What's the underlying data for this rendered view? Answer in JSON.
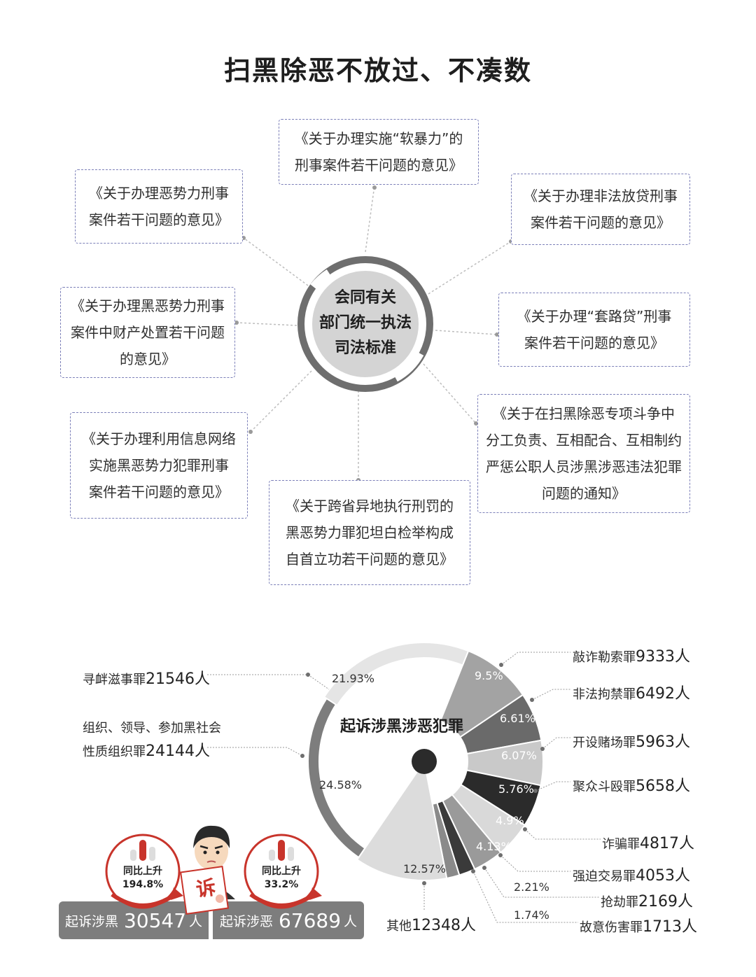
{
  "title": "扫黑除恶不放过、不凑数",
  "center": {
    "lines": [
      "会同有关",
      "部门统一执法",
      "司法标准"
    ]
  },
  "documents": [
    {
      "lines": [
        "《关于办理实施“软暴力”的",
        "刑事案件若干问题的意见》"
      ]
    },
    {
      "lines": [
        "《关于办理恶势力刑事",
        "案件若干问题的意见》"
      ]
    },
    {
      "lines": [
        "《关于办理非法放贷刑事",
        "案件若干问题的意见》"
      ]
    },
    {
      "lines": [
        "《关于办理黑恶势力刑事",
        "案件中财产处置若干问题",
        "的意见》"
      ]
    },
    {
      "lines": [
        "《关于办理“套路贷”刑事",
        "案件若干问题的意见》"
      ]
    },
    {
      "lines": [
        "《关于办理利用信息网络",
        "实施黑恶势力犯罪刑事",
        "案件若干问题的意见》"
      ]
    },
    {
      "lines": [
        "《关于跨省异地执行刑罚的",
        "黑恶势力罪犯坦白检举构成",
        "自首立功若干问题的意见》"
      ]
    },
    {
      "lines": [
        "《关于在扫黑除恶专项斗争中",
        "分工负责、互相配合、互相制约",
        "严惩公职人员涉黑涉恶违法犯罪",
        "问题的通知》"
      ]
    }
  ],
  "chart_data": {
    "type": "pie",
    "title": "起诉涉黑涉恶犯罪",
    "unit": "人",
    "slices": [
      {
        "name": "敲诈勒索罪",
        "value": 9333,
        "percent": "9.5%",
        "color": "#a3a3a3",
        "text": "#ffffff"
      },
      {
        "name": "非法拘禁罪",
        "value": 6492,
        "percent": "6.61%",
        "color": "#6a6a6a",
        "text": "#ffffff"
      },
      {
        "name": "开设赌场罪",
        "value": 5963,
        "percent": "6.07%",
        "color": "#c9c9c9",
        "text": "#ffffff"
      },
      {
        "name": "聚众斗殴罪",
        "value": 5658,
        "percent": "5.76%",
        "color": "#2b2b2b",
        "text": "#ffffff"
      },
      {
        "name": "诈骗罪",
        "value": 4817,
        "percent": "4.9%",
        "color": "#d9d9d9",
        "text": "#ffffff"
      },
      {
        "name": "强迫交易罪",
        "value": 4053,
        "percent": "4.13%",
        "color": "#9a9a9a",
        "text": "#ffffff"
      },
      {
        "name": "抢劫罪",
        "value": 2169,
        "percent": "2.21%",
        "color": "#3a3a3a",
        "text": "#333333"
      },
      {
        "name": "故意伤害罪",
        "value": 1713,
        "percent": "1.74%",
        "color": "#8a8a8a",
        "text": "#333333"
      },
      {
        "name": "其他",
        "value": 12348,
        "percent": "12.57%",
        "color": "#dcdcdc",
        "text": "#333333"
      },
      {
        "name": "组织、领导、参加黑社会性质组织罪",
        "value": 24144,
        "percent": "24.58%",
        "color": "#7d7d7d",
        "text": "#333333"
      },
      {
        "name": "寻衅滋事罪",
        "value": 21546,
        "percent": "21.93%",
        "color": "#e5e5e5",
        "text": "#333333"
      }
    ]
  },
  "legend_labels": {
    "xunxin": {
      "name": "寻衅滋事罪",
      "value": "21546人"
    },
    "zuzhi": {
      "name1": "组织、领导、参加黑社会",
      "name2": "性质组织罪",
      "value": "24144人"
    },
    "qiaozha": {
      "name": "敲诈勒索罪",
      "value": "9333人"
    },
    "feifa": {
      "name": "非法拘禁罪",
      "value": "6492人"
    },
    "kaishe": {
      "name": "开设赌场罪",
      "value": "5963人"
    },
    "juzhong": {
      "name": "聚众斗殴罪",
      "value": "5658人"
    },
    "zhapian": {
      "name": "诈骗罪",
      "value": "4817人"
    },
    "qiangpo": {
      "name": "强迫交易罪",
      "value": "4053人"
    },
    "qiangjie": {
      "name": "抢劫罪",
      "value": "2169人"
    },
    "guyi": {
      "name": "故意伤害罪",
      "value": "1713人"
    },
    "qita": {
      "name": "其他",
      "value": "12348人"
    }
  },
  "stats": {
    "black": {
      "label": "起诉涉黑",
      "number": "30547",
      "unit": "人",
      "change_label": "同比上升",
      "change": "194.8%"
    },
    "evil": {
      "label": "起诉涉恶",
      "number": "67689",
      "unit": "人",
      "change_label": "同比上升",
      "change": "33.2%"
    }
  },
  "stamp_text": "诉",
  "colors": {
    "accent_red": "#c8342b",
    "bar_gray": "#7d7d7d",
    "dashed_border": "#7b7fb8"
  }
}
